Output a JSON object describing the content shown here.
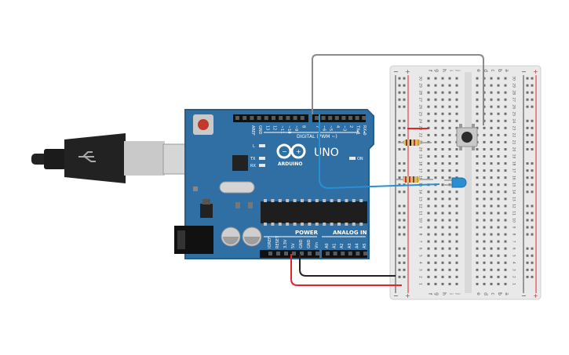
{
  "arduino": {
    "model": "UNO",
    "brand": "ARDUINO",
    "digital_label": "DIGITAL (PWM ~)",
    "power_label": "POWER",
    "analog_label": "ANALOG IN",
    "on_label": "ON",
    "led_labels": [
      "L",
      "TX",
      "RX"
    ],
    "top_header_labels": [
      "AREF",
      "GND",
      "13",
      "12",
      "~11",
      "~10",
      "~9",
      "8",
      "7",
      "~6",
      "~5",
      "4",
      "~3",
      "2",
      "TX▸1",
      "RX◂0"
    ],
    "power_pin_labels": [
      "IOREF",
      "RESET",
      "3.3V",
      "5V",
      "GND",
      "GND",
      "Vin"
    ],
    "analog_pin_labels": [
      "A0",
      "A1",
      "A2",
      "A3",
      "A4",
      "A5"
    ]
  },
  "breadboard": {
    "column_letters_left": [
      "j",
      "i",
      "h",
      "g",
      "f"
    ],
    "column_letters_right": [
      "e",
      "d",
      "c",
      "b",
      "a"
    ],
    "rail_minus": "−",
    "rail_plus": "+",
    "row_numbers": [
      "30",
      "29",
      "28",
      "27",
      "26",
      "25",
      "24",
      "23",
      "22",
      "21",
      "20",
      "19",
      "18",
      "17",
      "16",
      "15",
      "14",
      "13",
      "12",
      "11",
      "10",
      "9",
      "8",
      "7",
      "6",
      "5",
      "4",
      "3",
      "2",
      "1"
    ]
  },
  "components": {
    "resistor_1": "resistor",
    "resistor_2": "resistor",
    "led": "led",
    "pushbutton": "pushbutton",
    "usb_cable": "usb-cable"
  },
  "colors": {
    "board": "#2f6fa3",
    "board_edge": "#245e8d",
    "breadboard": "#e9e9e9",
    "wire_gray": "#8a8a8a",
    "wire_blue": "#2a8fd0",
    "wire_red": "#e0242a",
    "wire_black": "#222222",
    "rail_red": "#e0242a",
    "rail_dark": "#444444"
  }
}
